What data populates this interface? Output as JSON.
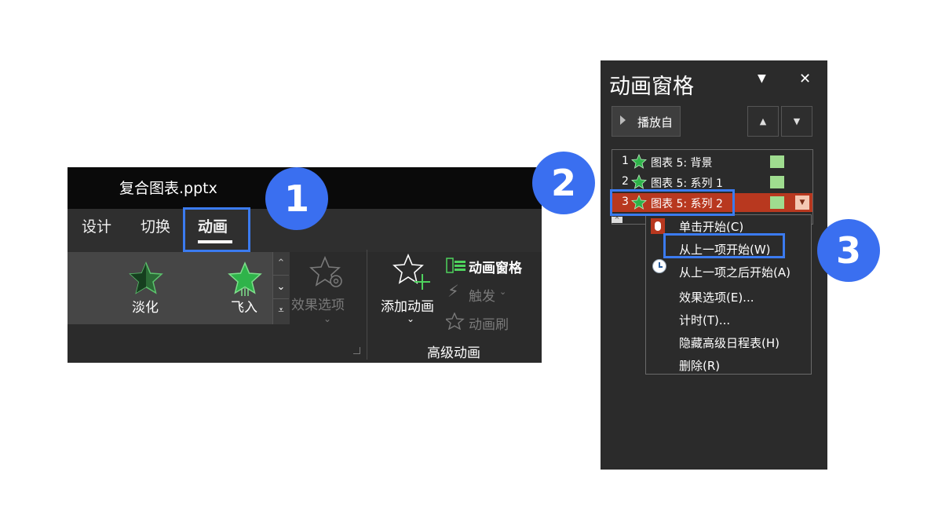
{
  "ribbon": {
    "file_title": "复合图表.pptx",
    "tabs": {
      "design": "设计",
      "switch": "切换",
      "animation": "动画"
    },
    "gallery": {
      "fade": "淡化",
      "fly_in": "飞入"
    },
    "effects_options": "效果选项",
    "add_animation": "添加动画",
    "animation_pane": "动画窗格",
    "trigger": "触发",
    "animation_painter": "动画刷",
    "advanced_group": "高级动画"
  },
  "pane": {
    "title": "动画窗格",
    "play_from": "播放自",
    "items": [
      {
        "num": "1",
        "label": "图表 5: 背景"
      },
      {
        "num": "2",
        "label": "图表 5: 系列 1"
      },
      {
        "num": "3",
        "label": "图表 5: 系列 2"
      }
    ],
    "menu": {
      "on_click": "单击开始(C)",
      "with_previous": "从上一项开始(W)",
      "after_previous": "从上一项之后开始(A)",
      "effect_options": "效果选项(E)...",
      "timing": "计时(T)...",
      "hide_timeline": "隐藏高级日程表(H)",
      "remove": "删除(R)"
    }
  },
  "badges": [
    "1",
    "2",
    "3"
  ],
  "colors": {
    "highlight": "#3b7bf0",
    "badge": "#3a6ff0",
    "selected_row": "#b8381f",
    "timing_bar": "#9fdc8f",
    "star_green": "#2fb34a"
  }
}
